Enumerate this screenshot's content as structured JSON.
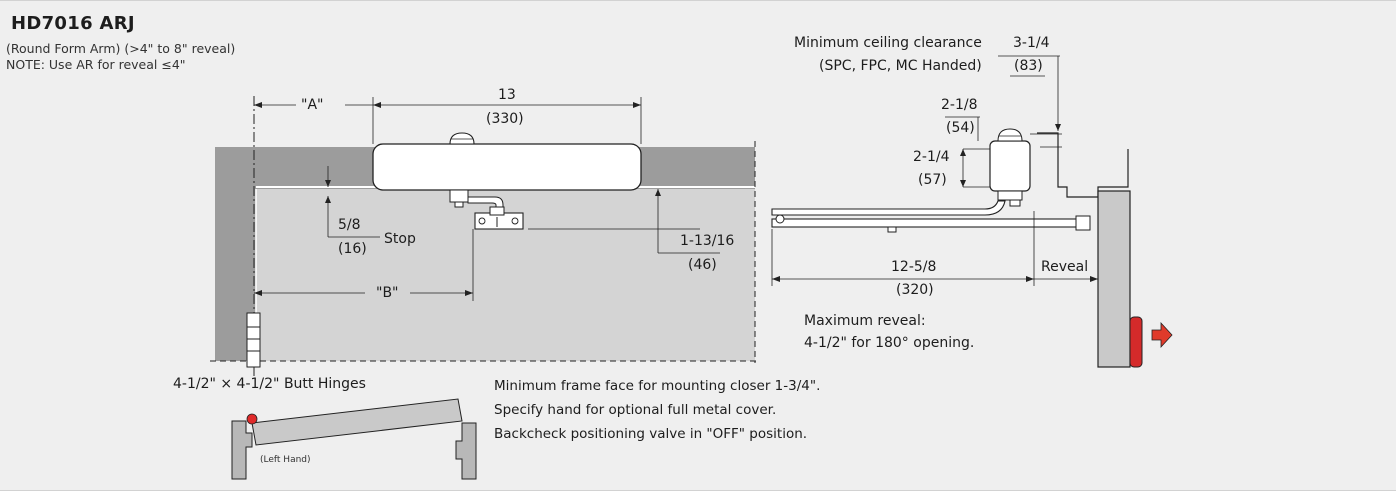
{
  "header": {
    "title": "HD7016 ARJ",
    "subtitle": "(Round Form Arm)  (>4\" to 8\" reveal)",
    "note": "NOTE: Use AR for reveal ≤4\""
  },
  "left_view": {
    "dim_a": "\"A\"",
    "dim_13": "13",
    "dim_330": "(330)",
    "dim_5_8": "5/8",
    "dim_16": "(16)",
    "stop": "Stop",
    "dim_b": "\"B\"",
    "dim_1_13_16": "1-13/16",
    "dim_46": "(46)",
    "hinges": "4-1/2\" × 4-1/2\" Butt Hinges"
  },
  "right_view": {
    "ceiling_label_1": "Minimum ceiling clearance",
    "ceiling_label_2": "(SPC, FPC, MC Handed)",
    "dim_3_1_4": "3-1/4",
    "dim_83": "(83)",
    "dim_2_1_8": "2-1/8",
    "dim_54": "(54)",
    "dim_2_1_4": "2-1/4",
    "dim_57": "(57)",
    "dim_12_5_8": "12-5/8",
    "dim_320": "(320)",
    "reveal": "Reveal",
    "max_reveal_1": "Maximum reveal:",
    "max_reveal_2": "4-1/2\" for 180° opening."
  },
  "hand_view": {
    "label": "(Left Hand)"
  },
  "notes": [
    "Minimum frame face for mounting closer 1-3/4\".",
    "Specify hand for optional full metal cover.",
    "Backcheck positioning valve in \"OFF\" position."
  ],
  "colors": {
    "frame": "#9a9a9a",
    "door": "#cfcfcf",
    "accent": "#e02020"
  }
}
